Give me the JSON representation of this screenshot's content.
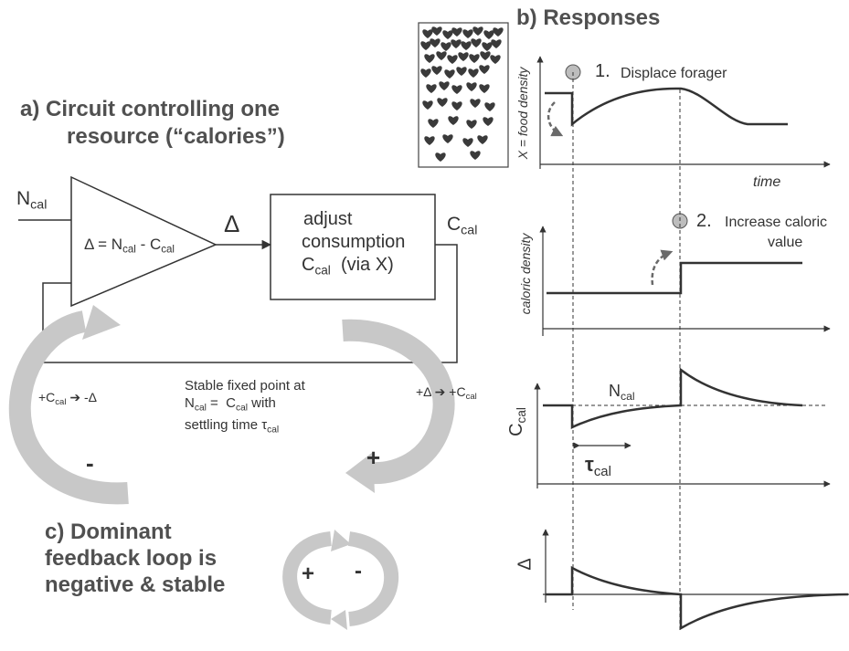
{
  "panel_a": {
    "heading_line1": "a)  Circuit controlling one",
    "heading_line2": "resource (“calories”)",
    "n_cal_in": "N",
    "n_cal_in_sub": "cal",
    "comparator_formula_a": "Δ = N",
    "comparator_formula_sub1": "cal",
    "comparator_formula_b": " - C",
    "comparator_formula_sub2": "cal",
    "delta_out": "Δ",
    "box_line1": "adjust",
    "box_line2": "consumption",
    "box_line3_a": "C",
    "box_line3_sub": "cal",
    "box_line3_b": "  (via X)",
    "c_cal_out": "C",
    "c_cal_out_sub": "cal",
    "left_loop_a": "+C",
    "left_loop_sub": "cal",
    "left_loop_b": " ➔ -Δ",
    "right_loop_a": "+Δ ➔ +C",
    "right_loop_sub": "cal",
    "fixed_point_line1": "Stable fixed point at",
    "fixed_point_line2_a": "N",
    "fixed_point_line2_sub1": "cal",
    "fixed_point_line2_b": " =  C",
    "fixed_point_line2_sub2": "cal",
    "fixed_point_line2_c": " with",
    "fixed_point_line3_a": "settling time τ",
    "fixed_point_line3_sub": "cal",
    "minus_sign": "-",
    "plus_sign": "+"
  },
  "panel_b": {
    "heading": "b) Responses",
    "event1_num": "1.",
    "event1_text": "Displace forager",
    "event2_num": "2.",
    "event2_text_line1": "Increase caloric",
    "event2_text_line2": "value",
    "plot1_ylabel": "X = food density",
    "plot1_xlabel": "time",
    "plot2_ylabel": "caloric density",
    "plot3_ylabel_a": "C",
    "plot3_ylabel_sub": "cal",
    "plot3_setpoint_a": "N",
    "plot3_setpoint_sub": "cal",
    "plot3_tau_a": "τ",
    "plot3_tau_sub": "cal",
    "plot4_ylabel": "Δ"
  },
  "panel_c": {
    "heading_line1": "c) Dominant",
    "heading_line2": "feedback loop is",
    "heading_line3": "negative & stable",
    "plus_sign": "+",
    "minus_sign": "-"
  },
  "colors": {
    "text": "#333333",
    "heading": "#505050",
    "arrow_gray": "#c8c8c8",
    "marker_fill": "#bdbdbd",
    "heart": "#3a3a3a"
  }
}
